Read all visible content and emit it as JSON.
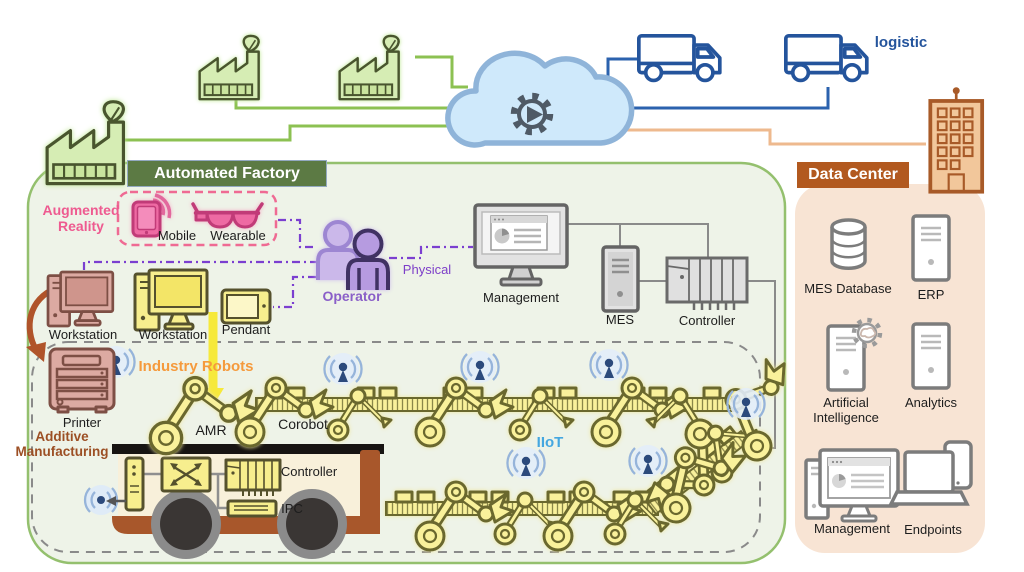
{
  "cloud_network": {
    "logistic_label": "logistic",
    "cloud_icon": "cloud-gear-play-icon",
    "factory_count": 3,
    "truck_count": 2
  },
  "automated_factory": {
    "title": "Automated Factory",
    "augmented_reality": {
      "title": "Augmented Reality",
      "mobile_label": "Mobile",
      "wearable_label": "Wearable"
    },
    "operator_label": "Operator",
    "physical_label": "Physical",
    "management_label": "Management",
    "mes_label": "MES",
    "controller_label": "Controller",
    "workstation1_label": "Workstation",
    "workstation2_label": "Workstation",
    "pendant_label": "Pendant",
    "printer_label": "Printer",
    "additive_manufacturing_label": "Additive Manufacturing",
    "industry_robots_label": "Industry Robots",
    "amr_label": "AMR",
    "corobot_label": "Corobot",
    "iiot_label": "IIoT",
    "agv": {
      "controller_label": "Controller",
      "ipc_label": "IPC"
    }
  },
  "data_center": {
    "title": "Data Center",
    "items": [
      {
        "label": "MES Database",
        "icon": "database-icon"
      },
      {
        "label": "ERP",
        "icon": "server-icon"
      },
      {
        "label": "Artificial Intelligence",
        "icon": "server-ai-icon"
      },
      {
        "label": "Analytics",
        "icon": "server-icon"
      },
      {
        "label": "Management",
        "icon": "workstation-icon"
      },
      {
        "label": "Endpoints",
        "icon": "laptop-tablet-icon"
      }
    ]
  },
  "colors": {
    "factory_green_line": "#8cc152",
    "logistic_blue": "#24549c",
    "cloud_fill": "#cfe9fb",
    "data_center_header": "#b2591f",
    "automated_factory_header": "#5c7a44",
    "panel_green_fill": "#eef3e8",
    "panel_peach_fill": "#f8e4d4",
    "robot_yellow": "#f9f19b",
    "ar_pink": "#ee5a90",
    "operator_purple": "#8a5fc8",
    "iiot_blue": "#45a7e0",
    "additive_brown": "#9c4f24",
    "industry_robots_orange": "#f59a3c"
  }
}
